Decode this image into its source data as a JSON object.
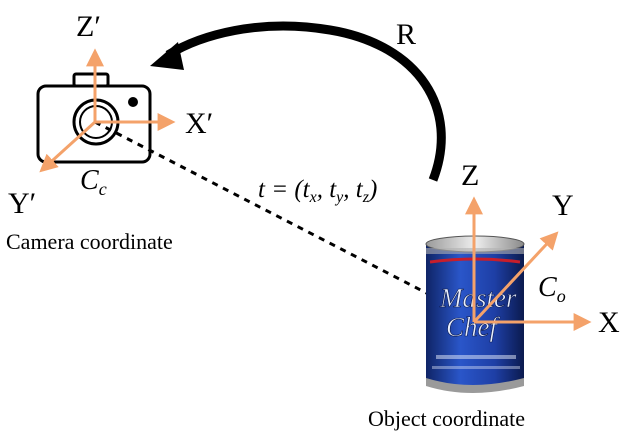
{
  "colors": {
    "axis": "#f4a26a",
    "line": "#000000",
    "can_body": "#1e3fa6",
    "can_dark": "#0f2466",
    "can_lid": "#d8d8d8",
    "can_label_text": "#e8eefc",
    "can_red": "#c81e2b",
    "background": "#ffffff"
  },
  "icons": {
    "camera": "camera-icon",
    "can": "coffee-can-image"
  },
  "labels": {
    "camera_z": "Z′",
    "camera_x": "X′",
    "camera_y": "Y′",
    "camera_center": "C",
    "camera_center_sub": "c",
    "camera_caption": "Camera coordinate",
    "object_z": "Z",
    "object_x": "X",
    "object_y": "Y",
    "object_center": "C",
    "object_center_sub": "o",
    "object_caption": "Object coordinate",
    "rotation": "R",
    "translation_prefix": "t = (t",
    "translation_sub_x": "x",
    "translation_sep1": ", t",
    "translation_sub_y": "y",
    "translation_sep2": ", t",
    "translation_sub_z": "z",
    "translation_suffix": ")"
  },
  "can_text": {
    "brand_line1": "Master",
    "brand_line2": "Chef"
  }
}
